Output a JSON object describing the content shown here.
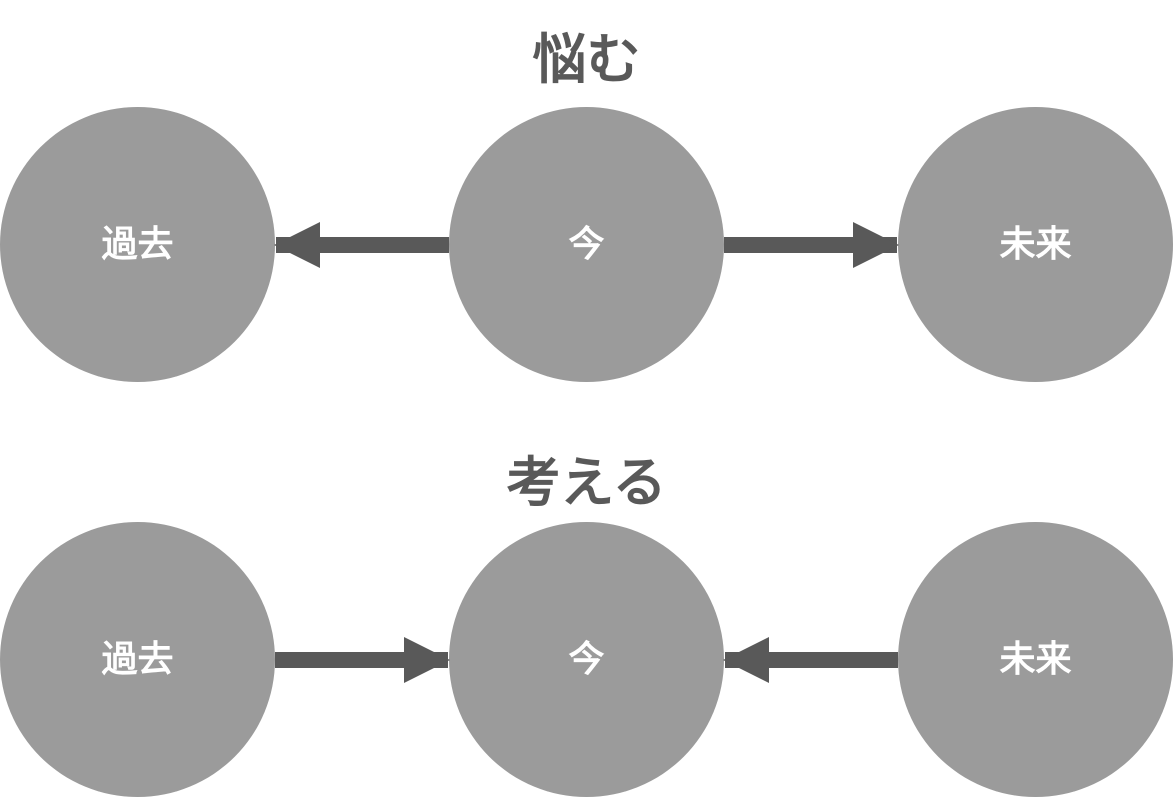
{
  "diagram": {
    "sections": [
      {
        "title": "悩む",
        "nodes": {
          "past": "過去",
          "now": "今",
          "future": "未来"
        },
        "arrows": [
          {
            "from": "今",
            "to": "過去"
          },
          {
            "from": "今",
            "to": "未来"
          }
        ]
      },
      {
        "title": "考える",
        "nodes": {
          "past": "過去",
          "now": "今",
          "future": "未来"
        },
        "arrows": [
          {
            "from": "過去",
            "to": "今"
          },
          {
            "from": "未来",
            "to": "今"
          }
        ]
      }
    ],
    "colors": {
      "circle": "#9b9b9b",
      "arrow": "#595959",
      "title": "#595959",
      "label": "#ffffff"
    }
  }
}
